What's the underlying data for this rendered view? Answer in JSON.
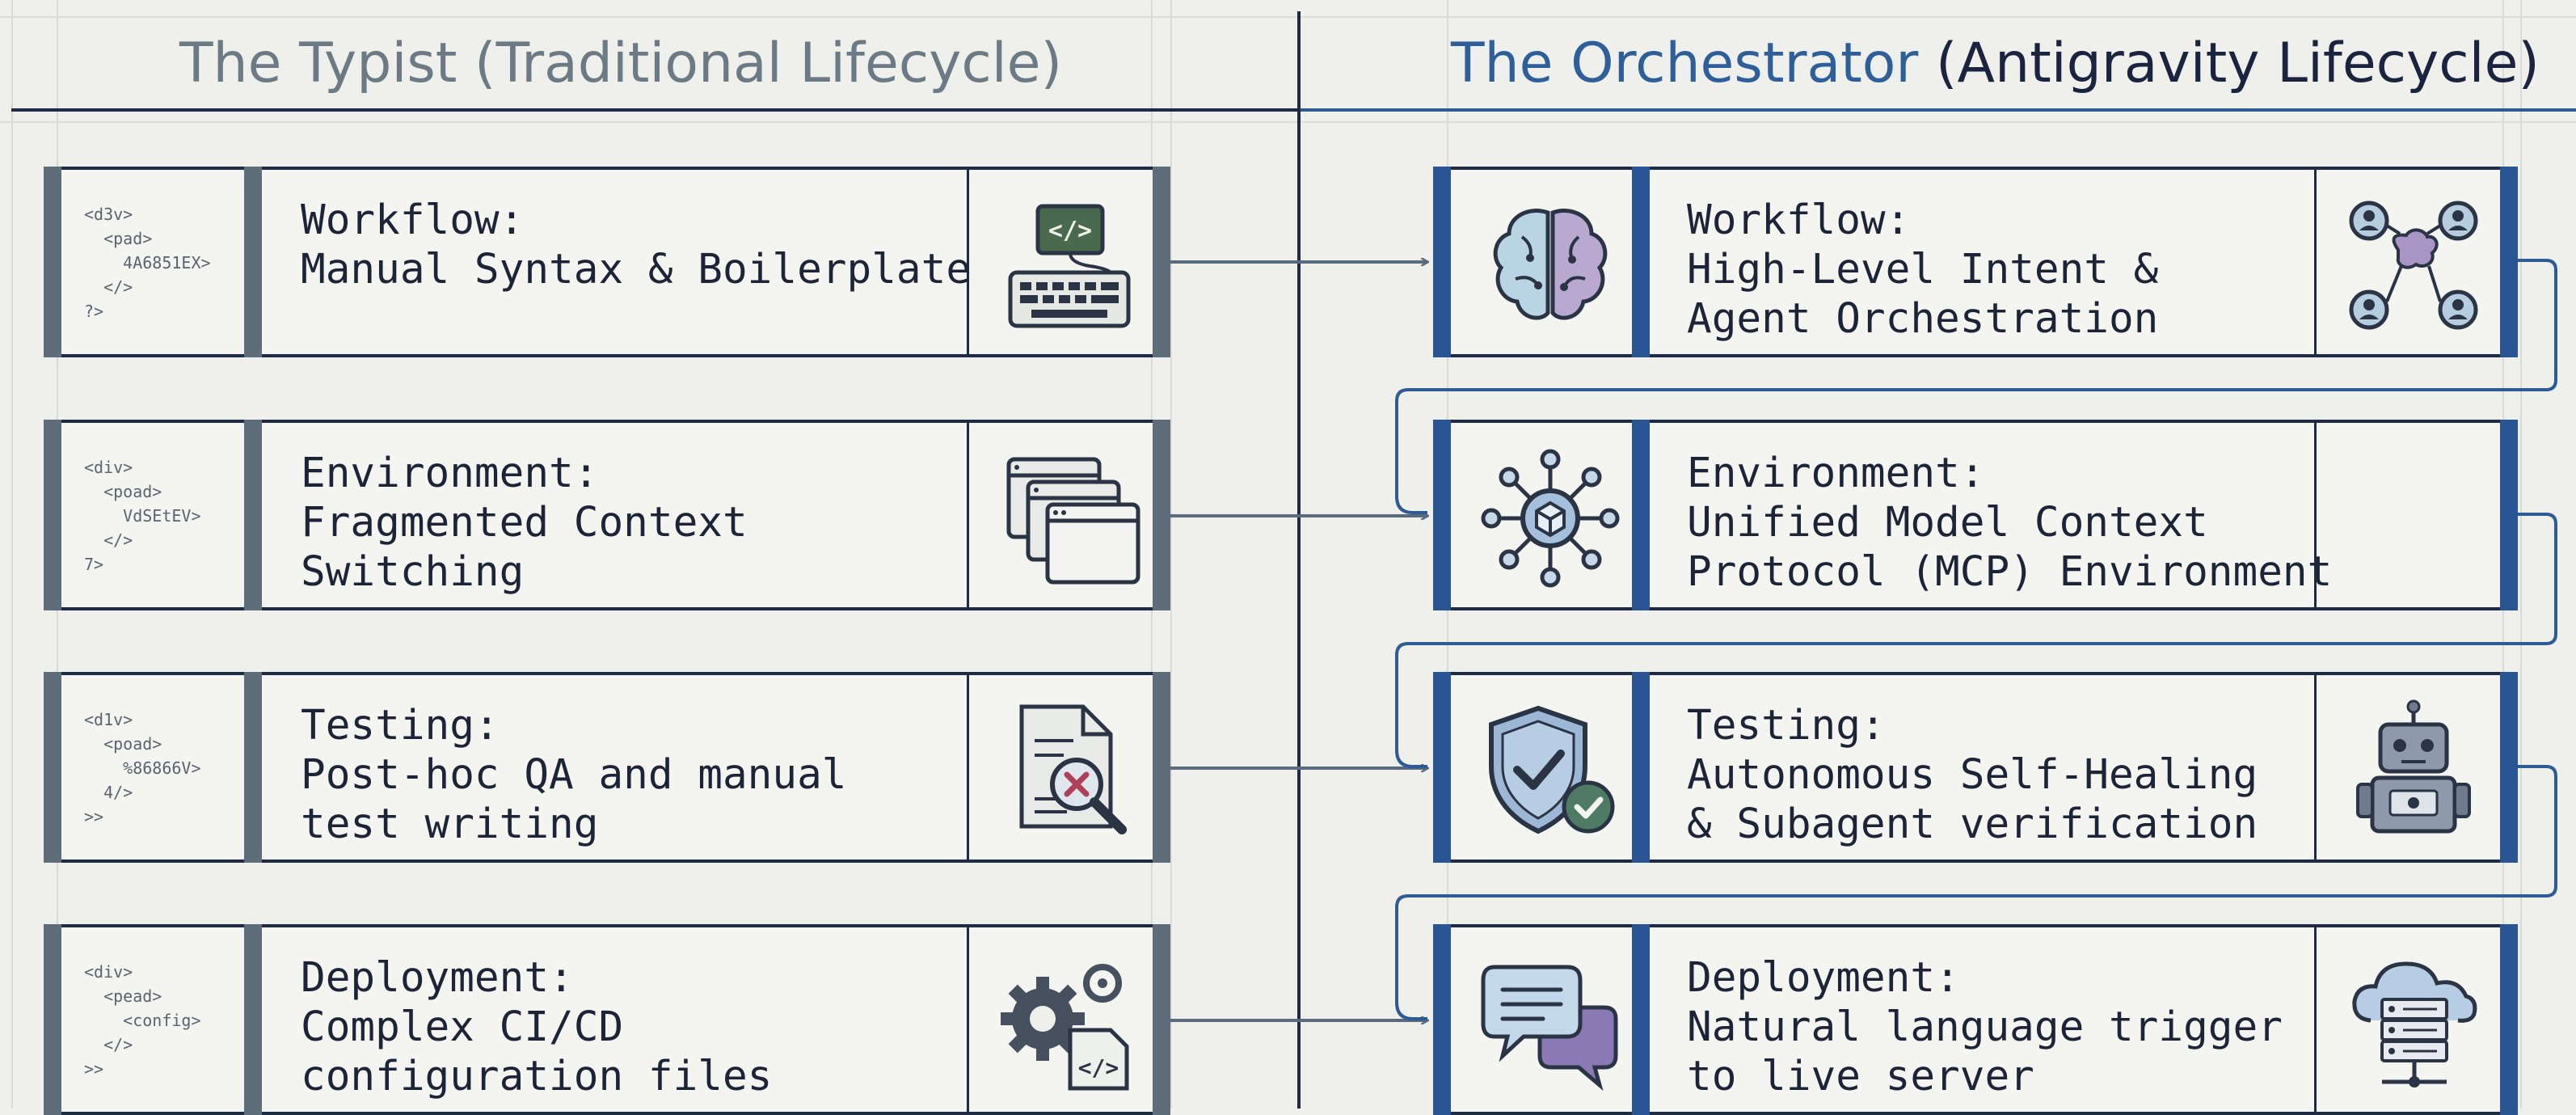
{
  "left_title": "The Typist (Traditional Lifecycle)",
  "right_title": {
    "highlight": "The Orchestrator",
    "rest": " (Antigravity Lifecycle)"
  },
  "colors": {
    "accent_blue": "#2f5f9b",
    "navy": "#1f2a44",
    "slate": "#5f6d7b",
    "background": "#efefeb"
  },
  "left_rows": [
    {
      "code": "<d3v>\n  <pad>\n    4A6851EX>\n  </>\n?>",
      "label": "Workflow:",
      "lines": [
        "Manual Syntax & Boilerplate"
      ],
      "icon": "code-keyboard-icon"
    },
    {
      "code": "<div>\n  <poad>\n    VdSEtEV>\n  </>\n7>",
      "label": "Environment:",
      "lines": [
        "Fragmented Context",
        "Switching"
      ],
      "icon": "stacked-windows-icon"
    },
    {
      "code": "<d1v>\n  <poad>\n    %86866V>\n  4/>\n>>",
      "label": "Testing:",
      "lines": [
        "Post-hoc QA and manual",
        "test writing"
      ],
      "icon": "document-magnifier-icon"
    },
    {
      "code": "<div>\n  <pead>\n    <config>\n  </>\n>>",
      "label": "Deployment:",
      "lines": [
        "Complex CI/CD",
        "configuration files"
      ],
      "icon": "gears-code-icon"
    }
  ],
  "right_rows": [
    {
      "label": "Workflow:",
      "lines": [
        "High-Level Intent &",
        "Agent Orchestration"
      ],
      "icon": "brain-icon",
      "icon2": "agents-network-icon"
    },
    {
      "label": "Environment:",
      "lines": [
        "Unified Model Context",
        "Protocol (MCP) Environment"
      ],
      "icon": "hub-network-icon",
      "icon2": ""
    },
    {
      "label": "Testing:",
      "lines": [
        "Autonomous Self-Healing",
        "& Subagent verification"
      ],
      "icon": "shield-check-icon",
      "icon2": "robot-icon"
    },
    {
      "label": "Deployment:",
      "lines": [
        "Natural language trigger",
        "to live server"
      ],
      "icon": "chat-bubbles-icon",
      "icon2": "cloud-server-icon"
    }
  ]
}
